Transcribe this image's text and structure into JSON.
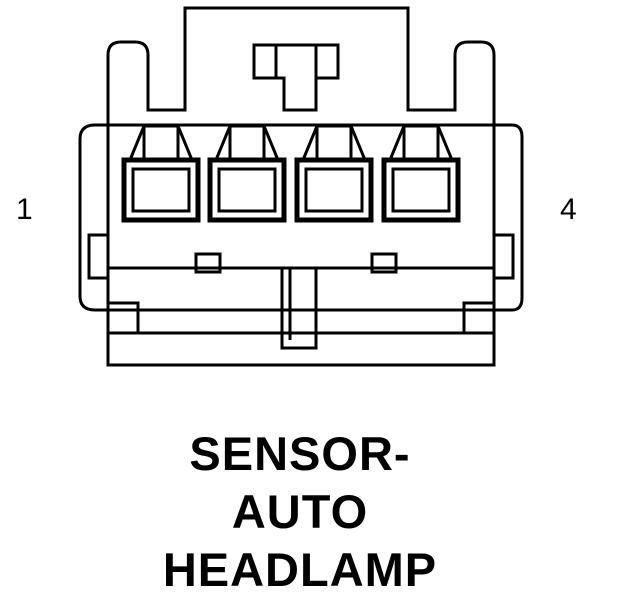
{
  "pin_labels": {
    "left": "1",
    "right": "4"
  },
  "connector": {
    "cavity_count": 4,
    "line_color": "#000000",
    "background": "#ffffff"
  },
  "title": {
    "line1": "SENSOR-",
    "line2": "AUTO",
    "line3": "HEADLAMP"
  }
}
